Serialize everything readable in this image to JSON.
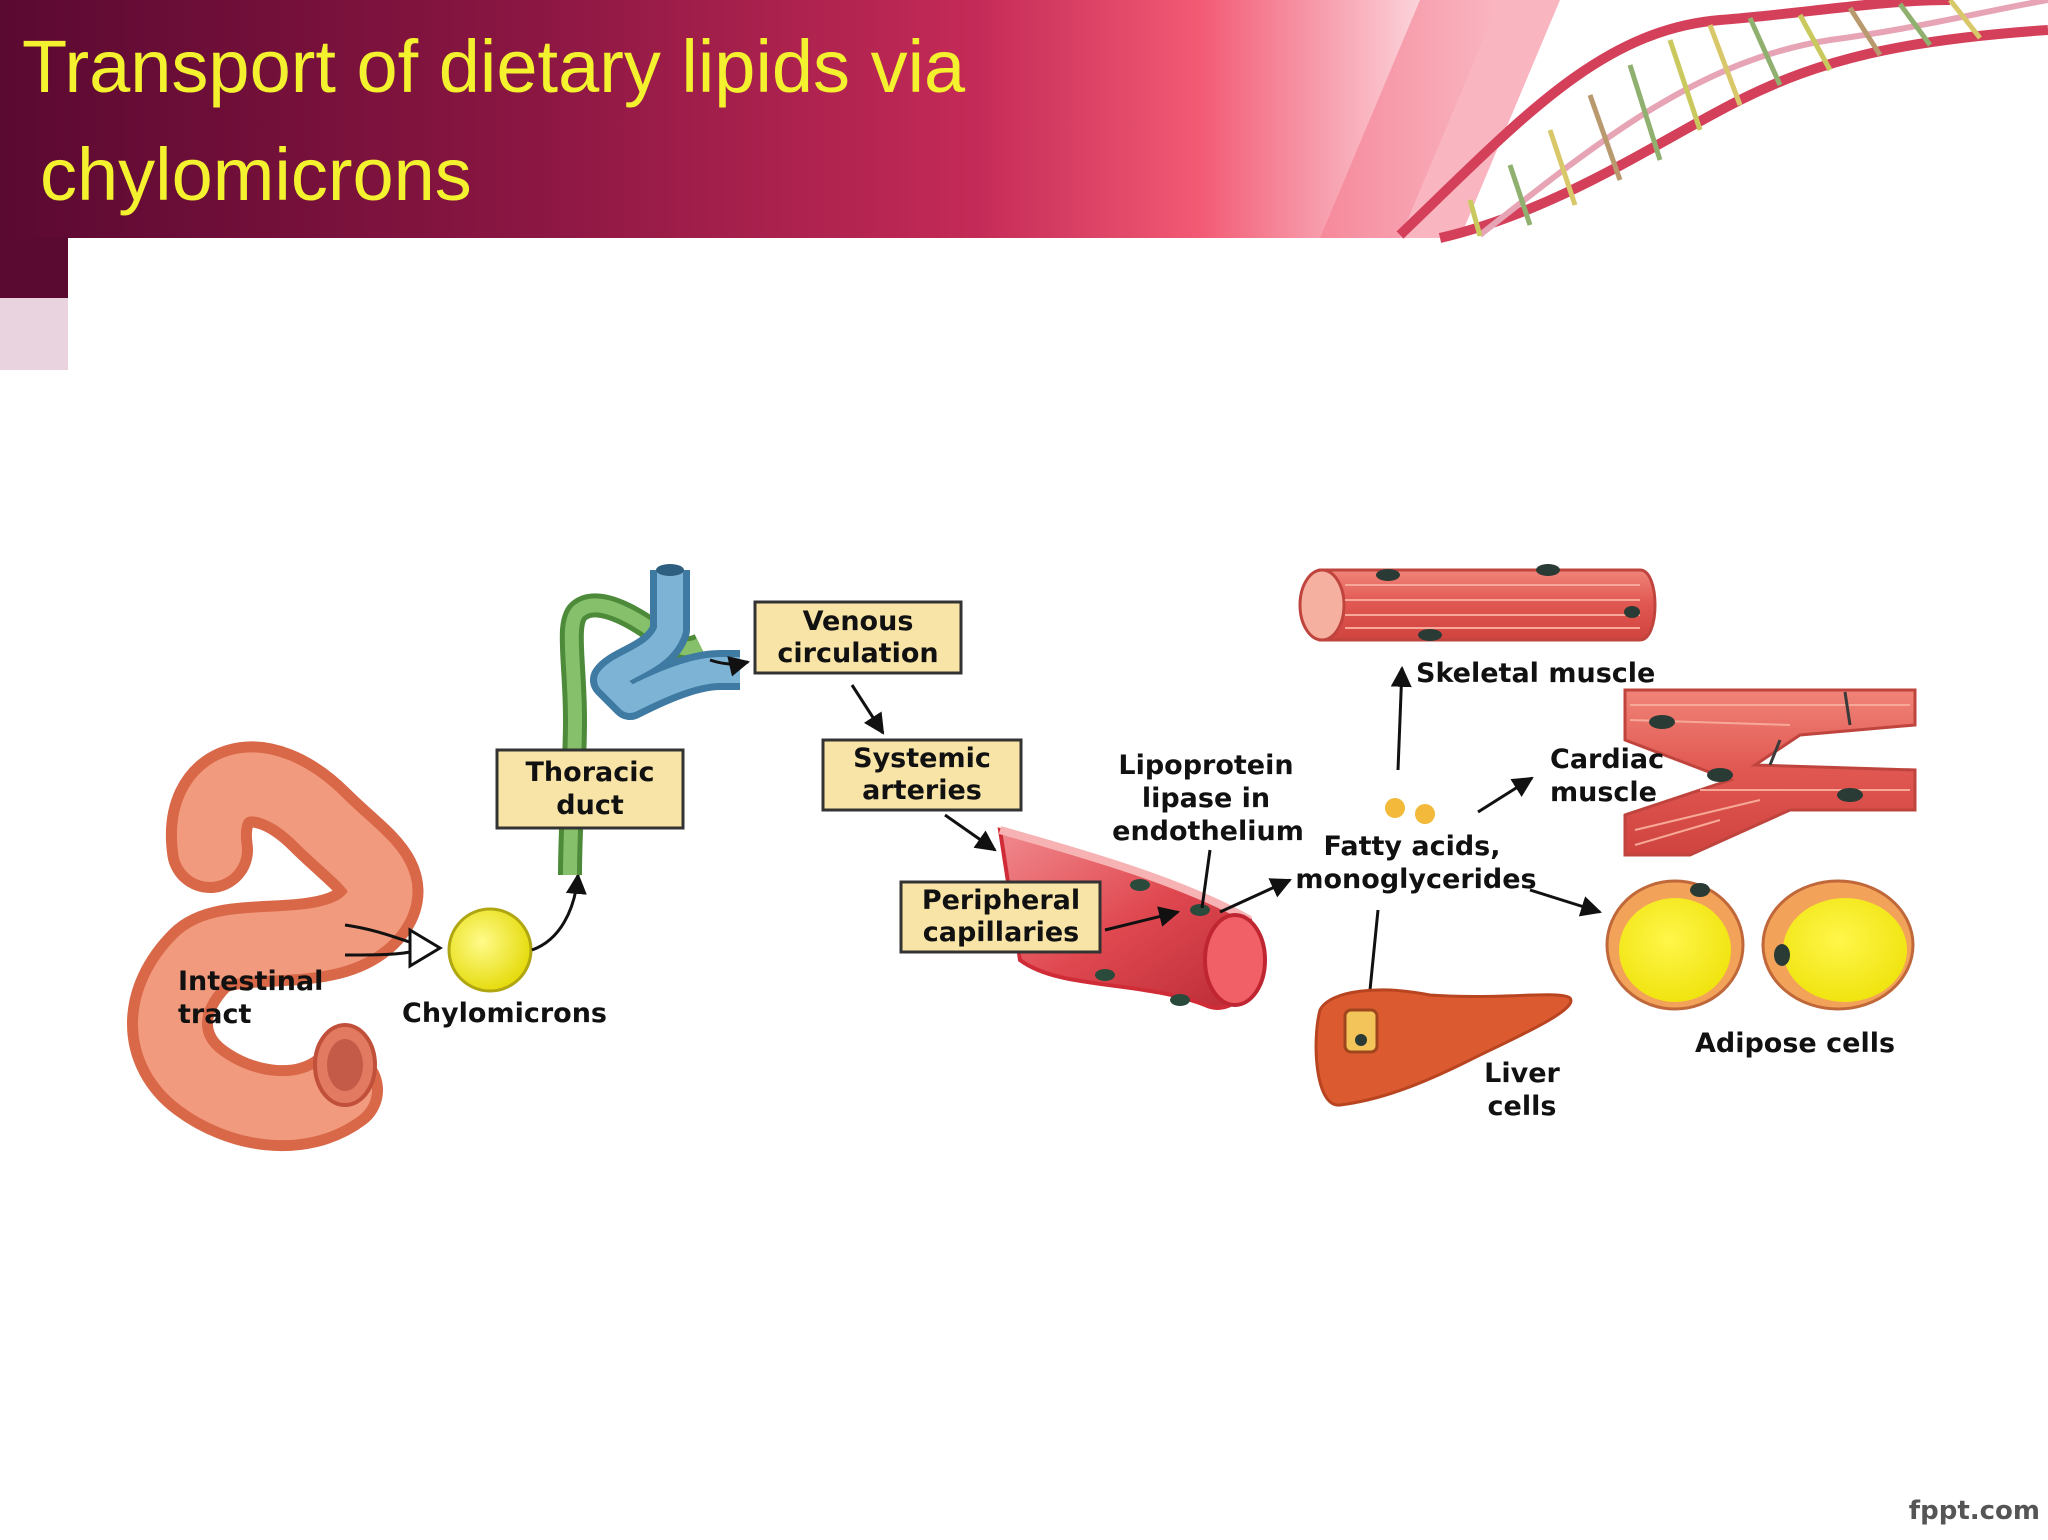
{
  "slide": {
    "title_line1": "Transport of dietary lipids via",
    "title_line2": "chylomicrons",
    "watermark": "fppt.com"
  },
  "diagram": {
    "labels": {
      "intestinal_tract_1": "Intestinal",
      "intestinal_tract_2": "tract",
      "chylomicrons": "Chylomicrons",
      "thoracic_duct_1": "Thoracic",
      "thoracic_duct_2": "duct",
      "venous_1": "Venous",
      "venous_2": "circulation",
      "systemic_1": "Systemic",
      "systemic_2": "arteries",
      "peripheral_1": "Peripheral",
      "peripheral_2": "capillaries",
      "lipoprotein_1": "Lipoprotein",
      "lipoprotein_2": "lipase in",
      "lipoprotein_3": "endothelium",
      "fatty_1": "Fatty acids,",
      "fatty_2": "monoglycerides",
      "skeletal": "Skeletal muscle",
      "cardiac_1": "Cardiac",
      "cardiac_2": "muscle",
      "adipose": "Adipose cells",
      "liver_1": "Liver",
      "liver_2": "cells"
    }
  },
  "colors": {
    "header_dark": "#5e0a33",
    "header_mid": "#b02452",
    "header_light": "#f0506e",
    "title_text": "#f4f22e",
    "box_fill": "#f8e4a6",
    "vessel_red": "#e0444c",
    "intestine": "#ef8a6e",
    "chylomicron_yellow": "#f6ee2c",
    "duct_green": "#6aa34e",
    "vein_blue": "#5b93b6",
    "liver": "#d8582e",
    "adipose_rim": "#f3a25a"
  }
}
